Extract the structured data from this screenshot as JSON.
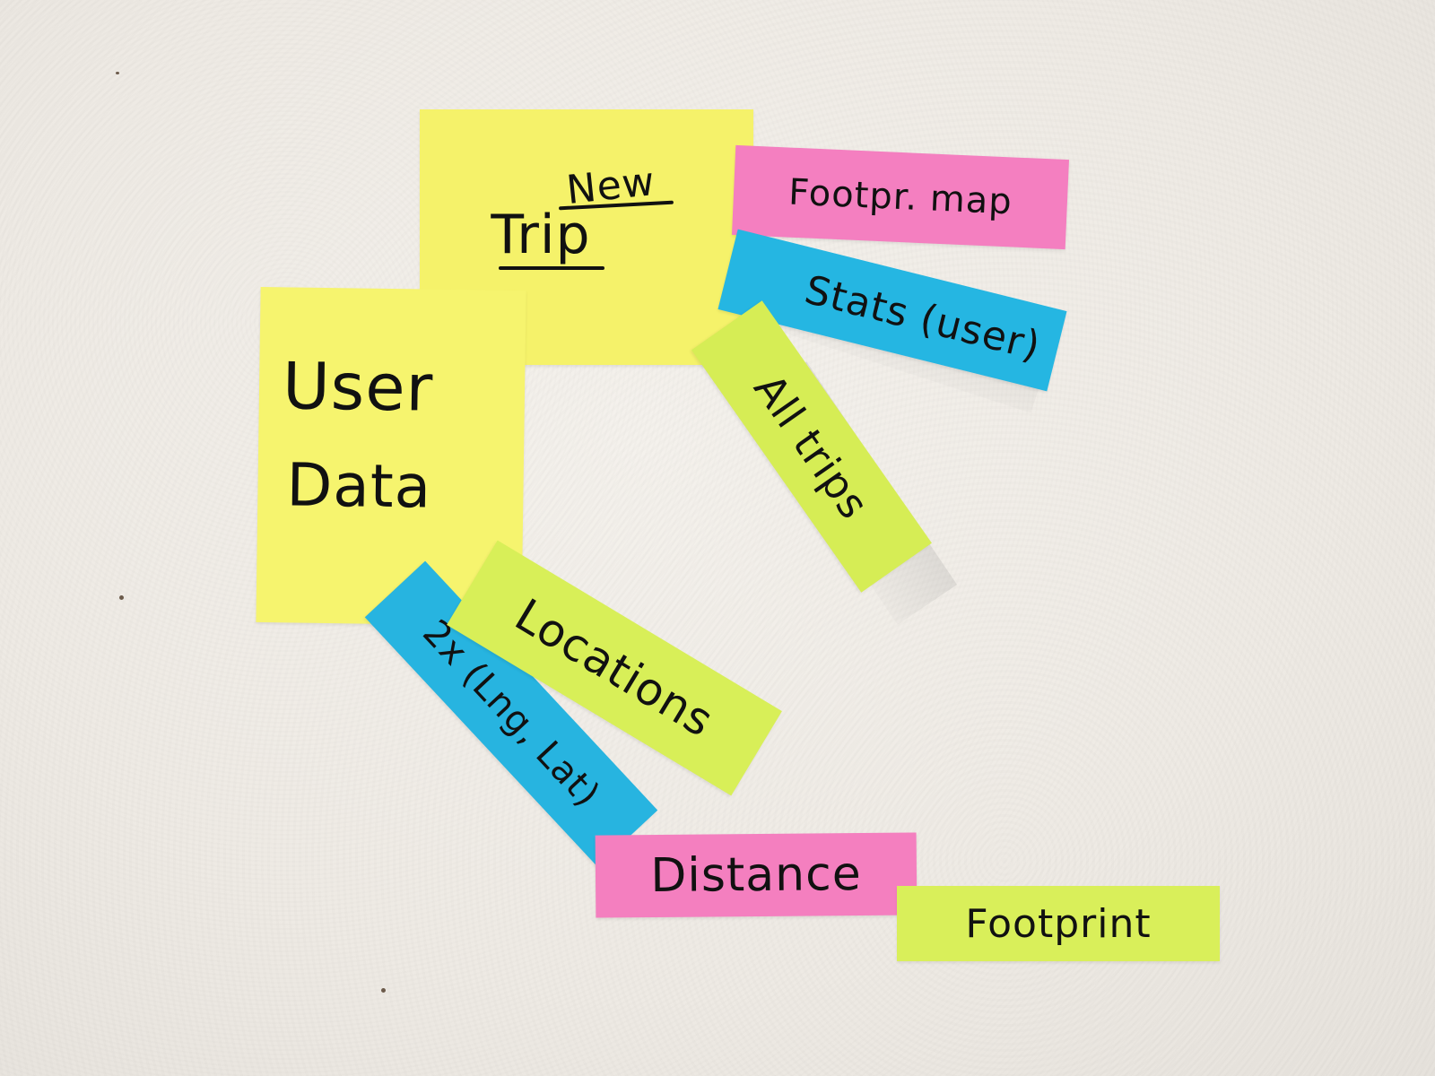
{
  "notes": {
    "new_trip": {
      "line1": "New",
      "line2": "Trip",
      "color": "#f5f26a"
    },
    "user_data": {
      "line1": "User",
      "line2": "Data",
      "color": "#f6f46e"
    },
    "footpr_map": {
      "label": "Footpr. map",
      "color": "#f47fc0"
    },
    "stats_user": {
      "label": "Stats (user)",
      "color": "#25b6e2"
    },
    "all_trips": {
      "label": "All trips",
      "color": "#d6ed55"
    },
    "locations": {
      "label": "Locations",
      "color": "#d8ef58"
    },
    "lng_lat": {
      "label": "2x (Lng, Lat)",
      "color": "#27b4e0"
    },
    "distance": {
      "label": "Distance",
      "color": "#f47fbf"
    },
    "footprint": {
      "label": "Footprint",
      "color": "#d9ef5a"
    }
  }
}
